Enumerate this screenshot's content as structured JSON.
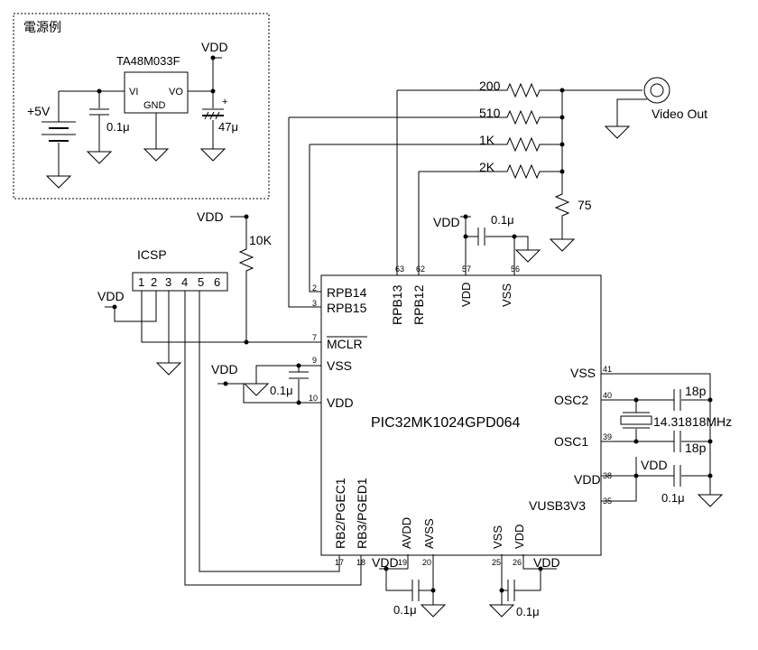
{
  "power_example": {
    "title": "電源例",
    "regulator_name": "TA48M033F",
    "regulator_vi": "VI",
    "regulator_vo": "VO",
    "regulator_gnd": "GND",
    "input_voltage": "+5V",
    "input_cap": "0.1μ",
    "output_cap": "47μ",
    "cap_polarity": "+",
    "vdd": "VDD"
  },
  "video": {
    "r1": "200",
    "r2": "510",
    "r3": "1K",
    "r4": "2K",
    "r_term": "75",
    "out_label": "Video Out",
    "vdd": "VDD",
    "cap": "0.1μ"
  },
  "icsp": {
    "title": "ICSP",
    "pins": [
      "1",
      "2",
      "3",
      "4",
      "5",
      "6"
    ],
    "vdd": "VDD",
    "pullup_vdd": "VDD",
    "pullup": "10K"
  },
  "mcu": {
    "name": "PIC32MK1024GPD064",
    "left_pins": [
      {
        "num": "2",
        "label": "RPB14"
      },
      {
        "num": "3",
        "label": "RPB15"
      },
      {
        "num": "7",
        "label": "MCLR"
      },
      {
        "num": "9",
        "label": "VSS"
      },
      {
        "num": "10",
        "label": "VDD"
      }
    ],
    "top_pins": [
      {
        "num": "63",
        "label": "RPB13"
      },
      {
        "num": "62",
        "label": "RPB12"
      },
      {
        "num": "57",
        "label": "VDD"
      },
      {
        "num": "56",
        "label": "VSS"
      }
    ],
    "right_pins": [
      {
        "num": "41",
        "label": "VSS"
      },
      {
        "num": "40",
        "label": "OSC2"
      },
      {
        "num": "39",
        "label": "OSC1"
      },
      {
        "num": "38",
        "label": "VDD"
      },
      {
        "num": "35",
        "label": "VUSB3V3"
      }
    ],
    "bottom_pins": [
      {
        "num": "17",
        "label": "RB2/PGEC1"
      },
      {
        "num": "18",
        "label": "RB3/PGED1"
      },
      {
        "num": "19",
        "label": "AVDD"
      },
      {
        "num": "20",
        "label": "AVSS"
      },
      {
        "num": "25",
        "label": "VSS"
      },
      {
        "num": "26",
        "label": "VDD"
      }
    ]
  },
  "oscillator": {
    "crystal": "14.31818MHz",
    "cap_top": "18p",
    "cap_bottom": "18p",
    "vdd": "VDD",
    "cap": "0.1μ"
  },
  "decoupling": {
    "left_vdd": "VDD",
    "left_cap": "0.1μ",
    "bottom_left_vdd": "VDD",
    "bottom_left_cap": "0.1μ",
    "bottom_right_vdd": "VDD",
    "bottom_right_cap": "0.1μ"
  }
}
